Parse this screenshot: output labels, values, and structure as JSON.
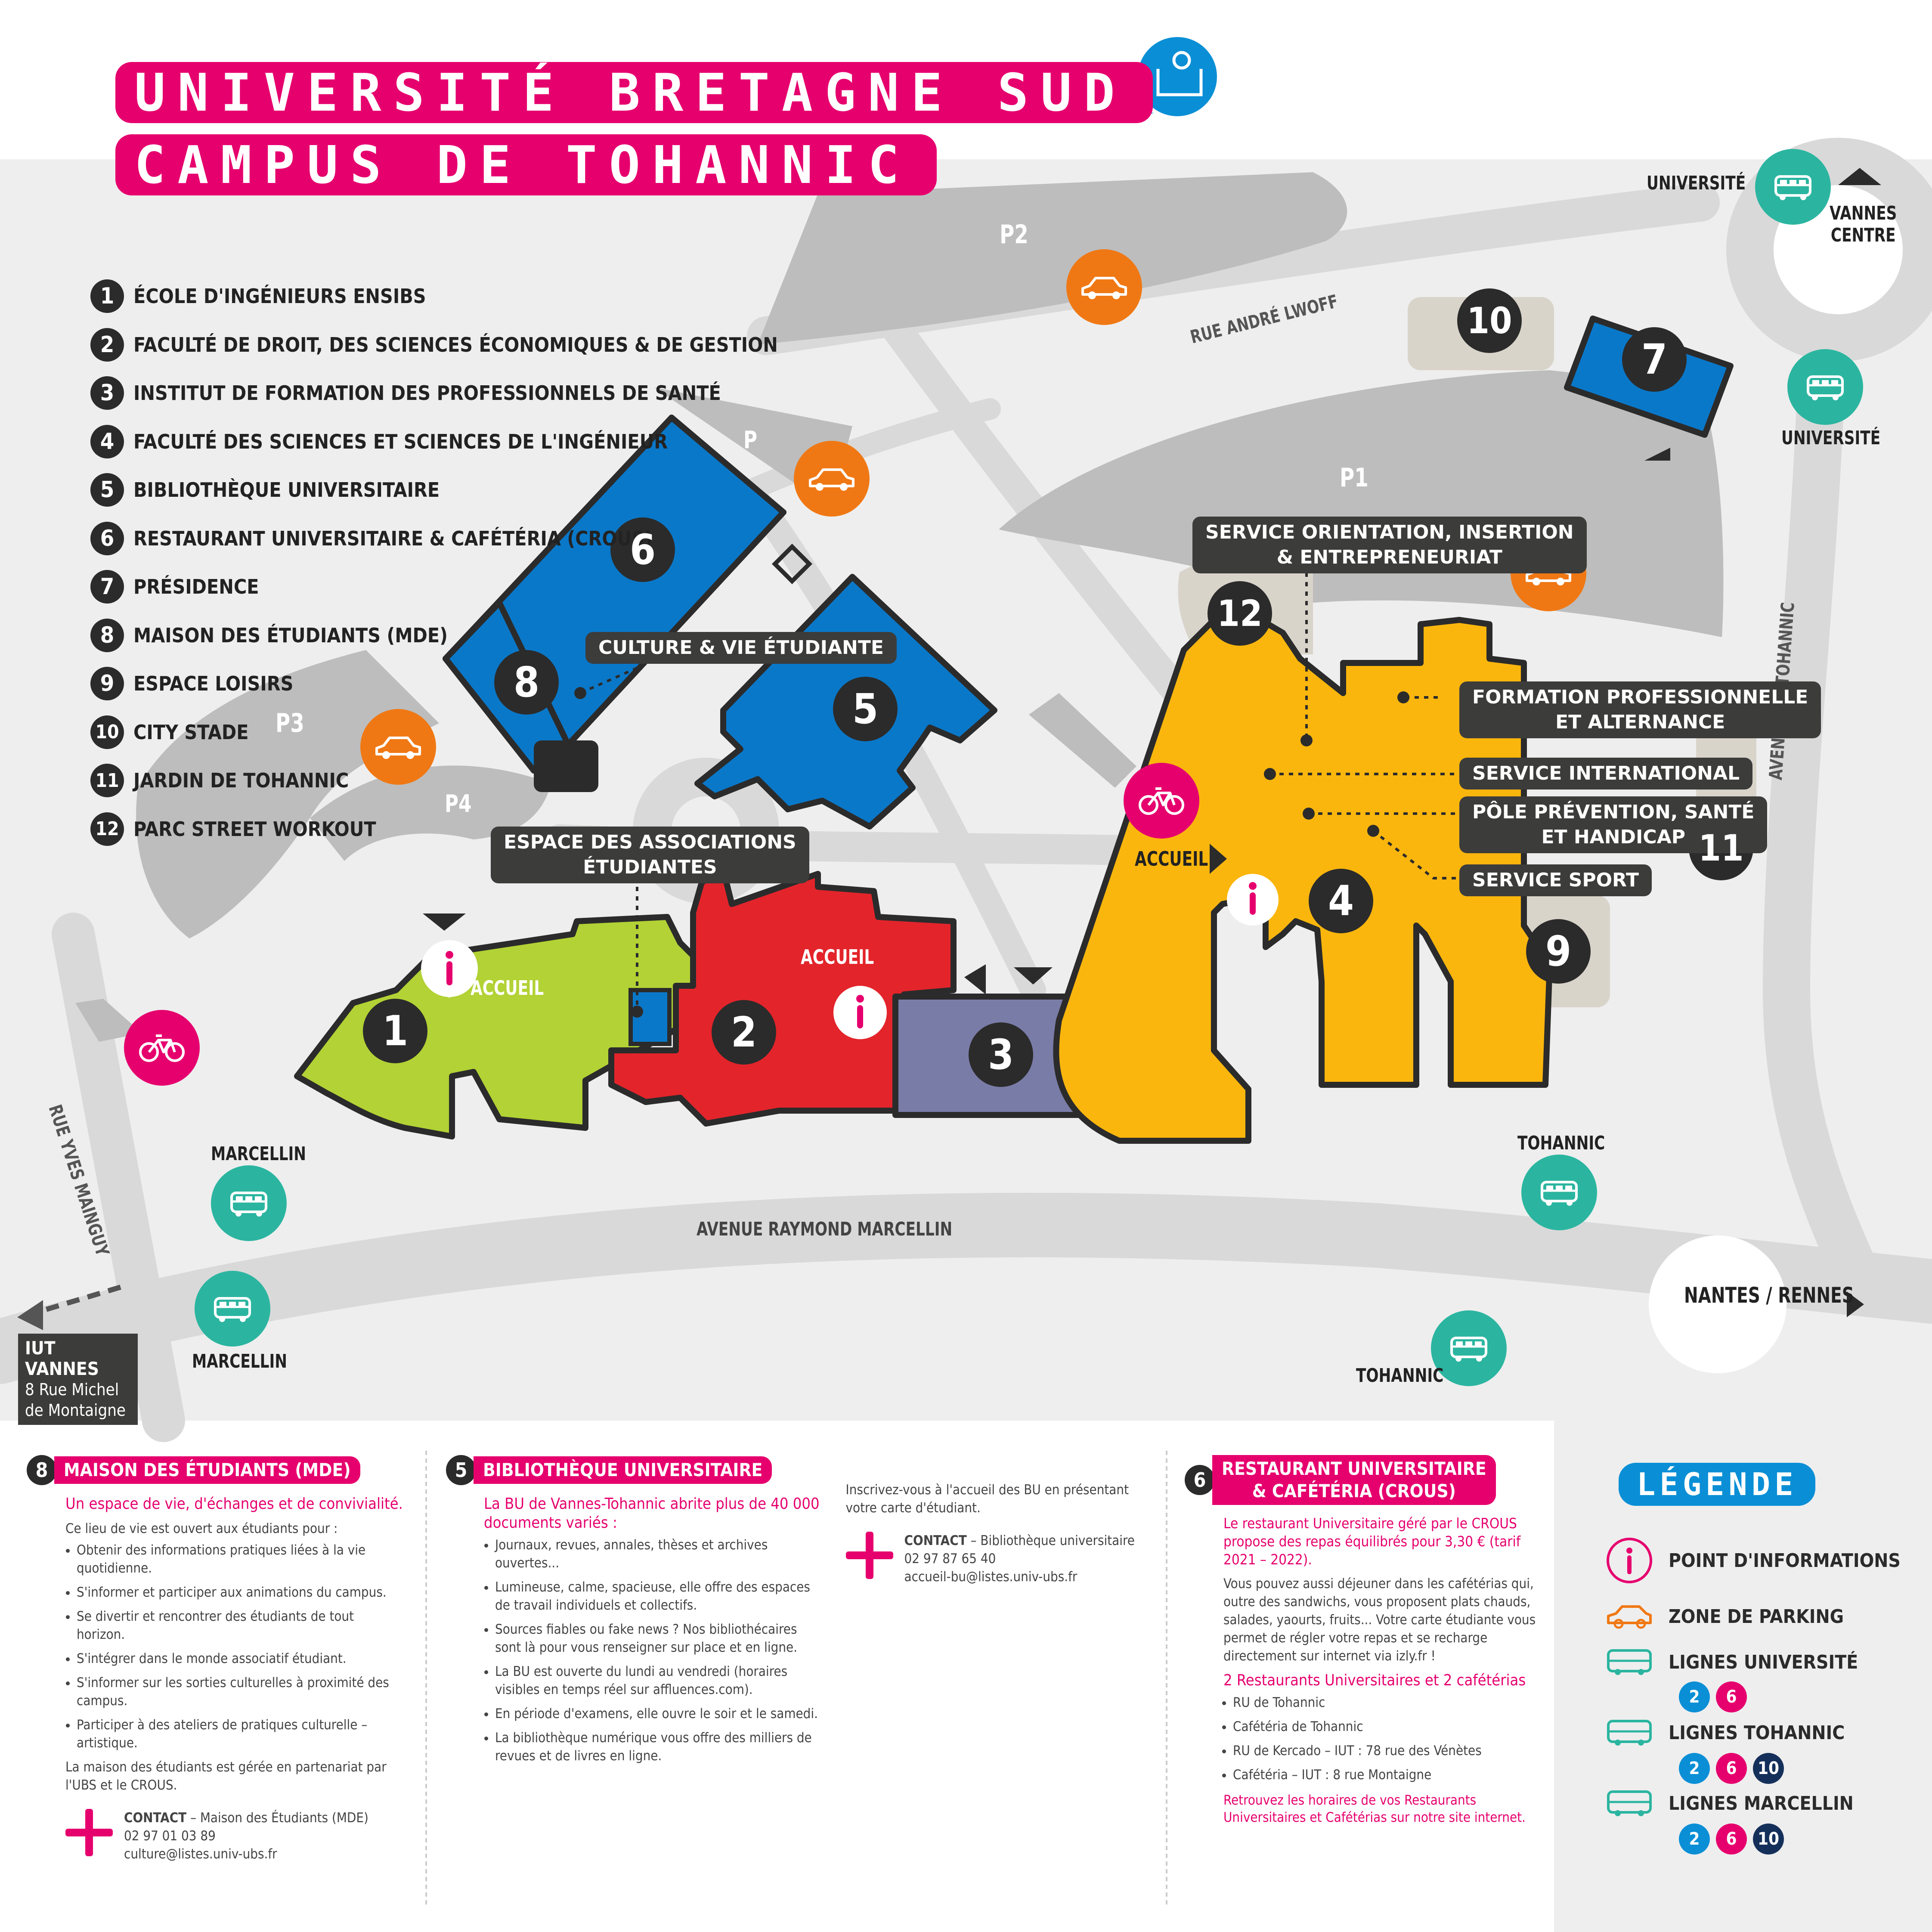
{
  "header": {
    "line1": "UNIVERSITÉ BRETAGNE SUD",
    "line2": "CAMPUS DE TOHANNIC"
  },
  "colors": {
    "pink": "#e6006e",
    "blue": "#0a78c9",
    "green": "#b2d235",
    "red": "#e3242b",
    "purple": "#7a7ca8",
    "yellow": "#fbb60d",
    "teal": "#2bb5a0",
    "orange": "#f07814",
    "dark": "#2b2b2b",
    "gray": "#bdbdbd",
    "road": "#dcdcdc"
  },
  "buildings_list": [
    {
      "num": "1",
      "label": "ÉCOLE D'INGÉNIEURS ENSIBS"
    },
    {
      "num": "2",
      "label": "FACULTÉ DE DROIT, DES SCIENCES ÉCONOMIQUES & DE GESTION"
    },
    {
      "num": "3",
      "label": "INSTITUT DE FORMATION DES PROFESSIONNELS DE SANTÉ"
    },
    {
      "num": "4",
      "label": "FACULTÉ DES SCIENCES ET SCIENCES DE L'INGÉNIEUR"
    },
    {
      "num": "5",
      "label": "BIBLIOTHÈQUE UNIVERSITAIRE"
    },
    {
      "num": "6",
      "label": "RESTAURANT UNIVERSITAIRE & CAFÉTÉRIA (CROUS)"
    },
    {
      "num": "7",
      "label": "PRÉSIDENCE"
    },
    {
      "num": "8",
      "label": "MAISON DES ÉTUDIANTS (MDE)"
    },
    {
      "num": "9",
      "label": "ESPACE LOISIRS"
    },
    {
      "num": "10",
      "label": "CITY STADE"
    },
    {
      "num": "11",
      "label": "JARDIN DE TOHANNIC"
    },
    {
      "num": "12",
      "label": "PARC STREET WORKOUT"
    }
  ],
  "map": {
    "parkings": {
      "p1": "P1",
      "p2": "P2",
      "p3": "P3",
      "p4": "P4",
      "p": "P"
    },
    "streets": {
      "andre_lwoff": "RUE ANDRÉ LWOFF",
      "tohannic": "AVENUE DE TOHANNIC",
      "marcellin": "AVENUE RAYMOND MARCELLIN",
      "mainguy": "RUE YVES MAINGUY"
    },
    "directions": {
      "vannes_l1": "VANNES",
      "vannes_l2": "CENTRE",
      "nantes": "NANTES / RENNES",
      "iut_title": "IUT VANNES",
      "iut_addr1": "8 Rue Michel",
      "iut_addr2": "de Montaigne"
    },
    "bus_stops": {
      "universite_top": "UNIVERSITÉ",
      "universite_right": "UNIVERSITÉ",
      "marcellin_top": "MARCELLIN",
      "marcellin_bottom": "MARCELLIN",
      "tohannic_top": "TOHANNIC",
      "tohannic_bottom": "TOHANNIC"
    },
    "accueil": {
      "a1": "ACCUEIL",
      "a2": "ACCUEIL",
      "a4": "ACCUEIL"
    },
    "tags": {
      "culture": "CULTURE & VIE ÉTUDIANTE",
      "associations_l1": "ESPACE DES ASSOCIATIONS",
      "associations_l2": "ÉTUDIANTES",
      "orientation_l1": "SERVICE ORIENTATION, INSERTION",
      "orientation_l2": "& ENTREPRENEURIAT",
      "formation_l1": "FORMATION PROFESSIONNELLE",
      "formation_l2": "ET ALTERNANCE",
      "international": "SERVICE INTERNATIONAL",
      "prevention_l1": "PÔLE PRÉVENTION, SANTÉ",
      "prevention_l2": "ET HANDICAP",
      "sport": "SERVICE SPORT"
    },
    "numbers": {
      "b1": "1",
      "b2": "2",
      "b3": "3",
      "b4": "4",
      "b5": "5",
      "b6": "6",
      "b7": "7",
      "b8": "8",
      "b9": "9",
      "b10": "10",
      "b11": "11",
      "b12": "12"
    }
  },
  "panels": {
    "mde": {
      "num": "8",
      "title": "MAISON DES ÉTUDIANTS (MDE)",
      "subtitle": "Un espace de vie, d'échanges et de convivialité.",
      "intro": "Ce lieu de vie est ouvert aux étudiants pour :",
      "items": [
        "Obtenir des informations pratiques liées à la vie quotidienne.",
        "S'informer et participer aux animations du campus.",
        "Se divertir et rencontrer des étudiants de tout horizon.",
        "S'intégrer dans le monde associatif étudiant.",
        "S'informer sur les sorties culturelles à proximité des campus.",
        "Participer à des ateliers de pratiques culturelle – artistique."
      ],
      "outro": "La maison des étudiants est gérée en partenariat par l'UBS et le CROUS.",
      "contact_label": "CONTACT",
      "contact_name": " – Maison des Étudiants (MDE)",
      "contact_phone": "02 97 01 03 89",
      "contact_email": "culture@listes.univ-ubs.fr"
    },
    "bu": {
      "num": "5",
      "title": "BIBLIOTHÈQUE UNIVERSITAIRE",
      "subtitle": "La BU de Vannes-Tohannic abrite plus de 40 000 documents variés :",
      "items": [
        "Journaux, revues, annales, thèses et archives ouvertes...",
        "Lumineuse, calme, spacieuse, elle offre des espaces de travail individuels et collectifs.",
        "Sources fiables ou fake news ? Nos bibliothécaires sont là pour vous renseigner sur place et en ligne.",
        "La BU est ouverte du lundi au vendredi (horaires visibles en temps réel sur affluences.com).",
        "En période d'examens, elle ouvre le soir et le samedi.",
        "La bibliothèque numérique vous offre des milliers de revues et de livres en ligne."
      ],
      "side_text": "Inscrivez-vous à l'accueil des BU en présentant votre carte d'étudiant.",
      "contact_label": "CONTACT",
      "contact_name": " – Bibliothèque universitaire",
      "contact_phone": "02 97 87 65 40",
      "contact_email": "accueil-bu@listes.univ-ubs.fr"
    },
    "crous": {
      "num": "6",
      "title_l1": "RESTAURANT UNIVERSITAIRE",
      "title_l2": "& CAFÉTÉRIA (CROUS)",
      "subtitle": "Le restaurant Universitaire géré par le CROUS propose des repas équilibrés pour 3,30 € (tarif 2021 – 2022).",
      "body": "Vous pouvez aussi déjeuner dans les cafétérias qui, outre des sandwichs, vous proposent plats chauds, salades, yaourts, fruits... Votre carte étudiante vous permet de régler votre repas et se recharge directement sur internet via izly.fr !",
      "sub2": "2 Restaurants Universitaires et 2 cafétérias",
      "items": [
        "RU de Tohannic",
        "Cafétéria de Tohannic",
        "RU de Kercado – IUT : 78 rue des Vénètes",
        "Cafétéria – IUT : 8 rue Montaigne"
      ],
      "footer": "Retrouvez les horaires de vos Restaurants Universitaires et Cafétérias sur notre site internet."
    }
  },
  "legend": {
    "title": "LÉGENDE",
    "info": "POINT D'INFORMATIONS",
    "parking": "ZONE DE PARKING",
    "universite": "LIGNES UNIVERSITÉ",
    "tohannic": "LIGNES TOHANNIC",
    "marcellin": "LIGNES MARCELLIN",
    "lines_universite": [
      "2",
      "6"
    ],
    "lines_tohannic": [
      "2",
      "6",
      "10"
    ],
    "lines_marcellin": [
      "2",
      "6",
      "10"
    ]
  }
}
